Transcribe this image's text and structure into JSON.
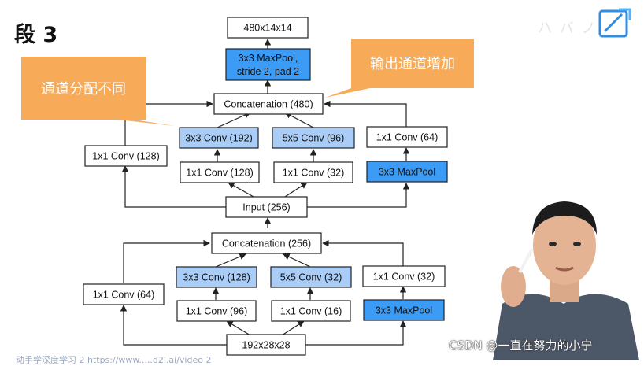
{
  "title": "段 3",
  "ghost_text": "ハ バ ノ",
  "colors": {
    "box_border": "#222222",
    "box_plain": "#ffffff",
    "box_blue_light": "#a9cdf7",
    "box_blue_dark": "#3c9cf5",
    "callout": "#f7ab59",
    "arrow": "#222222"
  },
  "diagram": {
    "upper": {
      "output": "480x14x14",
      "maxpool_line1": "3x3 MaxPool,",
      "maxpool_line2": "stride 2, pad 2",
      "concat": "Concatenation (480)",
      "path1_conv": "1x1 Conv (128)",
      "path2_top": "3x3 Conv (192)",
      "path2_bottom": "1x1 Conv (128)",
      "path3_top": "5x5 Conv (96)",
      "path3_bottom": "1x1 Conv (32)",
      "path4_top": "1x1 Conv (64)",
      "path4_bottom": "3x3 MaxPool",
      "input": "Input (256)"
    },
    "lower": {
      "concat": "Concatenation (256)",
      "path1_conv": "1x1 Conv (64)",
      "path2_top": "3x3 Conv (128)",
      "path2_bottom": "1x1 Conv (96)",
      "path3_top": "5x5 Conv (32)",
      "path3_bottom": "1x1 Conv (16)",
      "path4_top": "1x1 Conv (32)",
      "path4_bottom": "3x3 MaxPool",
      "input": "192x28x28"
    }
  },
  "callouts": {
    "left": "通道分配不同",
    "right": "输出通道增加"
  },
  "footer_link": "动手学深度学习 2 https://www.....d2l.ai/video 2",
  "watermark": "CSDN @一直在努力的小宁"
}
